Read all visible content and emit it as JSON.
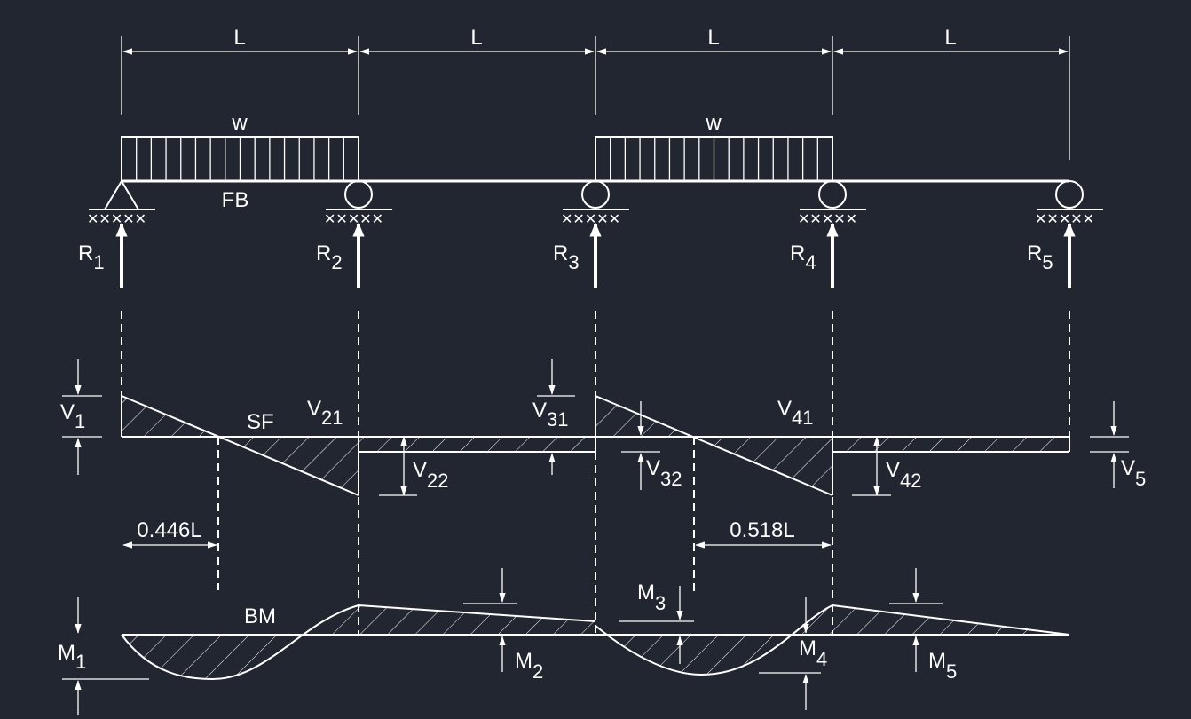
{
  "dimensions": {
    "span_label": "L"
  },
  "loads": {
    "udl_label": "w",
    "free_body_label": "FB"
  },
  "reactions": [
    {
      "main": "R",
      "sub": "1"
    },
    {
      "main": "R",
      "sub": "2"
    },
    {
      "main": "R",
      "sub": "3"
    },
    {
      "main": "R",
      "sub": "4"
    },
    {
      "main": "R",
      "sub": "5"
    }
  ],
  "shear": {
    "title": "SF",
    "labels": [
      {
        "main": "V",
        "sub": "1"
      },
      {
        "main": "V",
        "sub": "21"
      },
      {
        "main": "V",
        "sub": "22"
      },
      {
        "main": "V",
        "sub": "31"
      },
      {
        "main": "V",
        "sub": "32"
      },
      {
        "main": "V",
        "sub": "41"
      },
      {
        "main": "V",
        "sub": "42"
      },
      {
        "main": "V",
        "sub": "5"
      }
    ],
    "zero_points": [
      "0.446L",
      "0.518L"
    ]
  },
  "moment": {
    "title": "BM",
    "labels": [
      {
        "main": "M",
        "sub": "1"
      },
      {
        "main": "M",
        "sub": "2"
      },
      {
        "main": "M",
        "sub": "3"
      },
      {
        "main": "M",
        "sub": "4"
      },
      {
        "main": "M",
        "sub": "5"
      }
    ]
  }
}
